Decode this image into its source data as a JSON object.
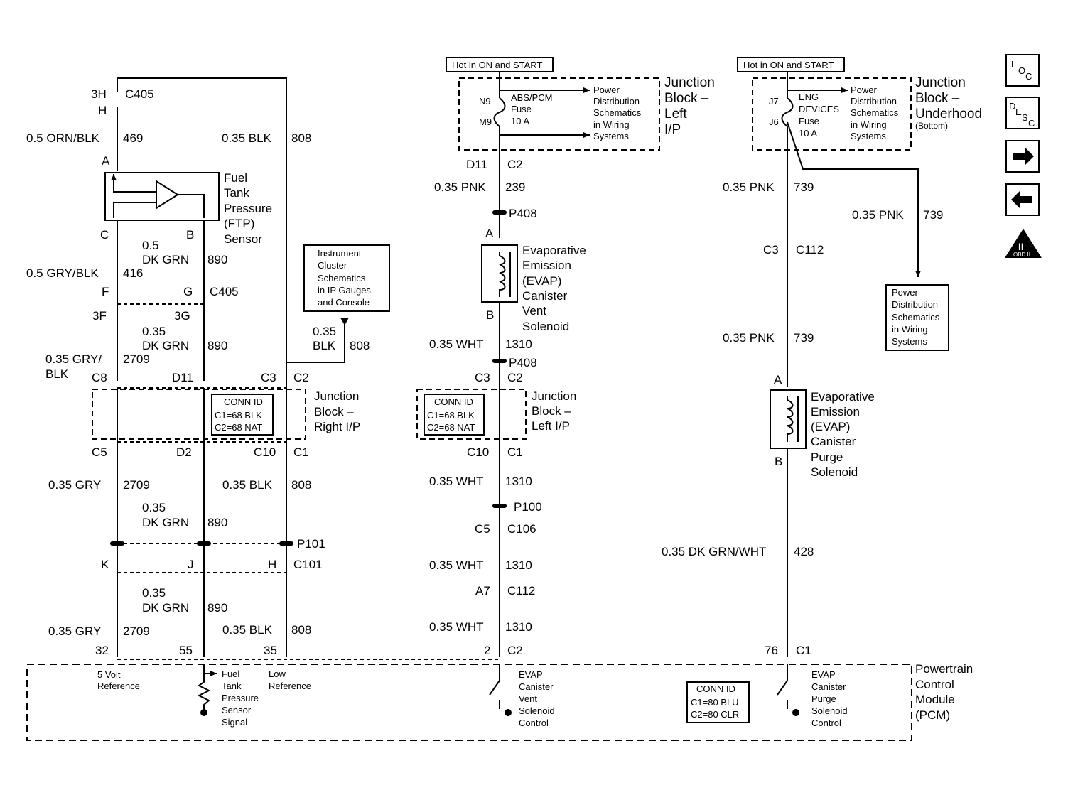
{
  "hot_left": "Hot in ON and START",
  "hot_right": "Hot in ON and START",
  "jb_left_ip": {
    "l1": "Junction",
    "l2": "Block –",
    "l3": "Left",
    "l4": "I/P"
  },
  "jb_underhood": {
    "l1": "Junction",
    "l2": "Block –",
    "l3": "Underhood",
    "l4": "(Bottom)"
  },
  "fuse_left": {
    "top": "N9",
    "bot": "M9",
    "l1": "ABS/PCM",
    "l2": "Fuse",
    "l3": "10 A"
  },
  "fuse_right": {
    "top": "J7",
    "bot": "J6",
    "l1": "ENG",
    "l2": "DEVICES",
    "l3": "Fuse",
    "l4": "10 A"
  },
  "pds_left": {
    "l1": "Power",
    "l2": "Distribution",
    "l3": "Schematics",
    "l4": "in Wiring",
    "l5": "Systems"
  },
  "pds_right": {
    "l1": "Power",
    "l2": "Distribution",
    "l3": "Schematics",
    "l4": "in Wiring",
    "l5": "Systems"
  },
  "pds_box": {
    "l1": "Power",
    "l2": "Distribution",
    "l3": "Schematics",
    "l4": "in Wiring",
    "l5": "Systems"
  },
  "icl_box": {
    "l1": "Instrument",
    "l2": "Cluster",
    "l3": "Schematics",
    "l4": "in IP Gauges",
    "l5": "and Console"
  },
  "c405": {
    "pin_3h": "3H",
    "conn": "C405",
    "pin_h": "H"
  },
  "w469": {
    "gauge": "0.5 ORN/BLK",
    "circuit": "469"
  },
  "w808_top": {
    "gauge": "0.35 BLK",
    "circuit": "808"
  },
  "ftp_sensor": {
    "pin_a": "A",
    "l1": "Fuel",
    "l2": "Tank",
    "l3": "Pressure",
    "l4": "(FTP)",
    "l5": "Sensor",
    "pin_c": "C",
    "pin_b": "B"
  },
  "w890_a": {
    "g1": "0.5",
    "g2": "DK GRN",
    "circuit": "890"
  },
  "w416": {
    "gauge": "0.5 GRY/BLK",
    "circuit": "416"
  },
  "c405b": {
    "pin_f": "F",
    "pin_g": "G",
    "conn": "C405",
    "pin_3f": "3F",
    "pin_3g": "3G"
  },
  "w890_b": {
    "g1": "0.35",
    "g2": "DK GRN",
    "circuit": "890"
  },
  "w2709_a": {
    "g1": "0.35 GRY/",
    "g2": "BLK",
    "circuit": "2709"
  },
  "w808_mid": {
    "g1": "0.35",
    "g2": "BLK",
    "circuit": "808"
  },
  "jb_right_ip": {
    "l1": "Junction",
    "l2": "Block –",
    "l3": "Right I/P",
    "p_c8": "C8",
    "p_d11": "D11",
    "p_c3": "C3",
    "p_c2": "C2",
    "p_c5": "C5",
    "p_d2": "D2",
    "p_c10": "C10",
    "p_c1": "C1"
  },
  "conn_id_1": {
    "title": "CONN ID",
    "r1": "C1=68 BLK",
    "r2": "C2=68 NAT"
  },
  "conn_id_2": {
    "title": "CONN ID",
    "r1": "C1=68 BLK",
    "r2": "C2=68 NAT"
  },
  "conn_id_3": {
    "title": "CONN ID",
    "r1": "C1=80 BLU",
    "r2": "C2=80 CLR"
  },
  "w2709_b": {
    "gauge": "0.35 GRY",
    "circuit": "2709"
  },
  "w890_c": {
    "g1": "0.35",
    "g2": "DK GRN",
    "circuit": "890"
  },
  "w808_b": {
    "gauge": "0.35 BLK",
    "circuit": "808"
  },
  "p101": "P101",
  "c101": {
    "pin_k": "K",
    "pin_j": "J",
    "pin_h": "H",
    "conn": "C101"
  },
  "w890_d": {
    "g1": "0.35",
    "g2": "DK GRN",
    "circuit": "890"
  },
  "w2709_c": {
    "gauge": "0.35 GRY",
    "circuit": "2709"
  },
  "w808_c": {
    "gauge": "0.35 BLK",
    "circuit": "808"
  },
  "pcm_pins": {
    "p32": "32",
    "p55": "55",
    "p35": "35",
    "p2": "2",
    "c2": "C2",
    "p76": "76",
    "c1": "C1"
  },
  "pcm_labels": {
    "ref5_1": "5 Volt",
    "ref5_2": "Reference",
    "ftp1": "Fuel",
    "ftp2": "Tank",
    "ftp3": "Pressure",
    "ftp4": "Sensor",
    "ftp5": "Signal",
    "low1": "Low",
    "low2": "Reference",
    "vent1": "EVAP",
    "vent2": "Canister",
    "vent3": "Vent",
    "vent4": "Solenoid",
    "vent5": "Control",
    "purge1": "EVAP",
    "purge2": "Canister",
    "purge3": "Purge",
    "purge4": "Solenoid",
    "purge5": "Control"
  },
  "pcm": {
    "l1": "Powertrain",
    "l2": "Control",
    "l3": "Module",
    "l4": "(PCM)"
  },
  "mid": {
    "d11": "D11",
    "c2": "C2",
    "w239g": "0.35 PNK",
    "w239c": "239",
    "p408a": "P408",
    "pin_a": "A",
    "pin_b": "B",
    "w1310a_g": "0.35 WHT",
    "w1310a_c": "1310",
    "p408b": "P408",
    "c3": "C3",
    "c2b": "C2",
    "c10": "C10",
    "c1": "C1",
    "w1310b_g": "0.35 WHT",
    "w1310b_c": "1310",
    "p100": "P100",
    "c5": "C5",
    "c106": "C106",
    "w1310c_g": "0.35 WHT",
    "w1310c_c": "1310",
    "a7": "A7",
    "c112": "C112",
    "w1310d_g": "0.35 WHT",
    "w1310d_c": "1310"
  },
  "evap_vent": {
    "l1": "Evaporative",
    "l2": "Emission",
    "l3": "(EVAP)",
    "l4": "Canister",
    "l5": "Vent",
    "l6": "Solenoid"
  },
  "jb_left_ip2": {
    "l1": "Junction",
    "l2": "Block –",
    "l3": "Left I/P"
  },
  "right": {
    "w739a_g": "0.35 PNK",
    "w739a_c": "739",
    "w739b_g": "0.35 PNK",
    "w739b_c": "739",
    "c3": "C3",
    "c112": "C112",
    "w739c_g": "0.35 PNK",
    "w739c_c": "739",
    "pin_a": "A",
    "pin_b": "B",
    "w428_g": "0.35 DK GRN/WHT",
    "w428_c": "428"
  },
  "evap_purge": {
    "l1": "Evaporative",
    "l2": "Emission",
    "l3": "(EVAP)",
    "l4": "Canister",
    "l5": "Purge",
    "l6": "Solenoid"
  },
  "nav": {
    "loc_l": "L",
    "loc_o": "O",
    "loc_c": "C",
    "desc_d": "D",
    "desc_e": "E",
    "desc_s": "S",
    "desc_c": "C",
    "obd": "OBD II",
    "obd_roman": "II"
  }
}
